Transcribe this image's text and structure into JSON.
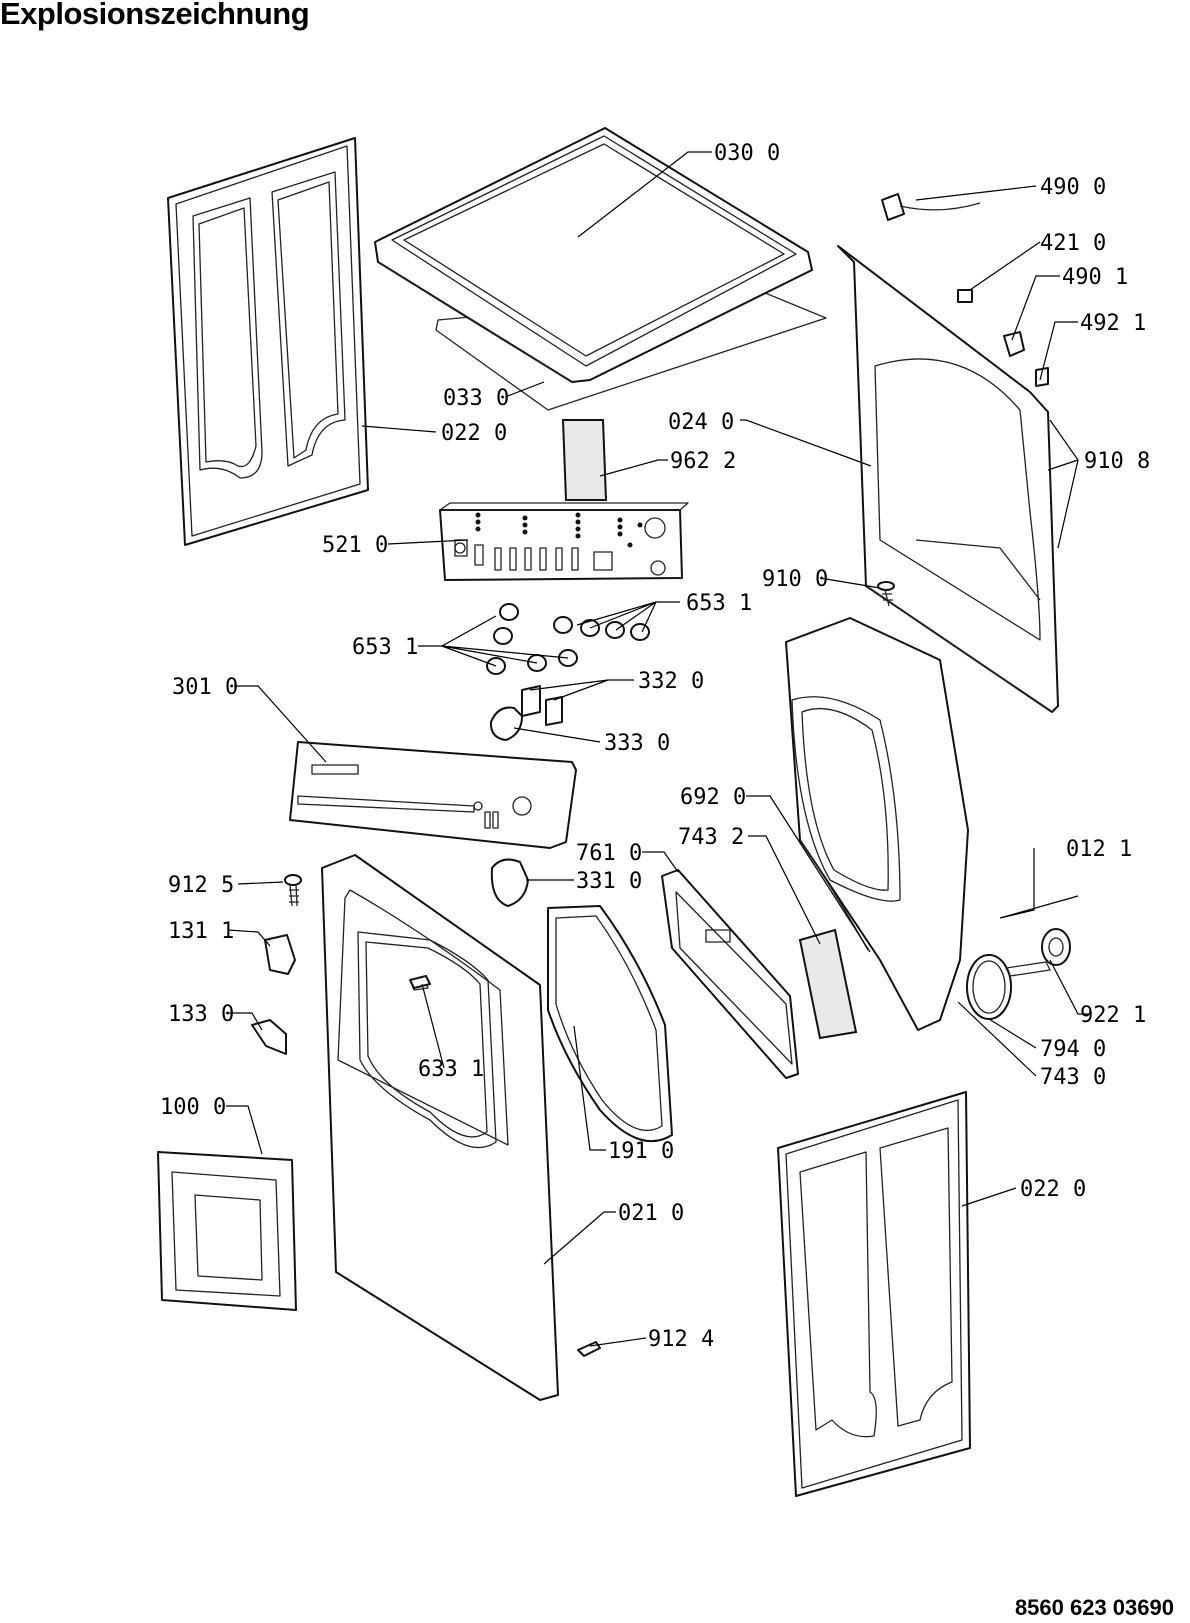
{
  "title": "Explosionszeichnung",
  "document_number": "8560 623 03690",
  "callouts": [
    {
      "id": "c-0300",
      "label": "030 0"
    },
    {
      "id": "c-4900",
      "label": "490 0"
    },
    {
      "id": "c-4210",
      "label": "421 0"
    },
    {
      "id": "c-4901",
      "label": "490 1"
    },
    {
      "id": "c-4921",
      "label": "492 1"
    },
    {
      "id": "c-0330",
      "label": "033 0"
    },
    {
      "id": "c-0220a",
      "label": "022 0"
    },
    {
      "id": "c-0240",
      "label": "024 0"
    },
    {
      "id": "c-9622",
      "label": "962 2"
    },
    {
      "id": "c-9108",
      "label": "910 8"
    },
    {
      "id": "c-5210",
      "label": "521 0"
    },
    {
      "id": "c-9100",
      "label": "910 0"
    },
    {
      "id": "c-6531a",
      "label": "653 1"
    },
    {
      "id": "c-6531b",
      "label": "653 1"
    },
    {
      "id": "c-3010",
      "label": "301 0"
    },
    {
      "id": "c-3320",
      "label": "332 0"
    },
    {
      "id": "c-3330",
      "label": "333 0"
    },
    {
      "id": "c-6920",
      "label": "692 0"
    },
    {
      "id": "c-7432",
      "label": "743 2"
    },
    {
      "id": "c-7610",
      "label": "761 0"
    },
    {
      "id": "c-0121",
      "label": "012 1"
    },
    {
      "id": "c-9125",
      "label": "912 5"
    },
    {
      "id": "c-3310",
      "label": "331 0"
    },
    {
      "id": "c-1311",
      "label": "131 1"
    },
    {
      "id": "c-1330",
      "label": "133 0"
    },
    {
      "id": "c-9221",
      "label": "922 1"
    },
    {
      "id": "c-7940",
      "label": "794 0"
    },
    {
      "id": "c-7430",
      "label": "743 0"
    },
    {
      "id": "c-6331",
      "label": "633 1"
    },
    {
      "id": "c-1000",
      "label": "100 0"
    },
    {
      "id": "c-1910",
      "label": "191 0"
    },
    {
      "id": "c-0220b",
      "label": "022 0"
    },
    {
      "id": "c-0210",
      "label": "021 0"
    },
    {
      "id": "c-9124",
      "label": "912 4"
    }
  ]
}
